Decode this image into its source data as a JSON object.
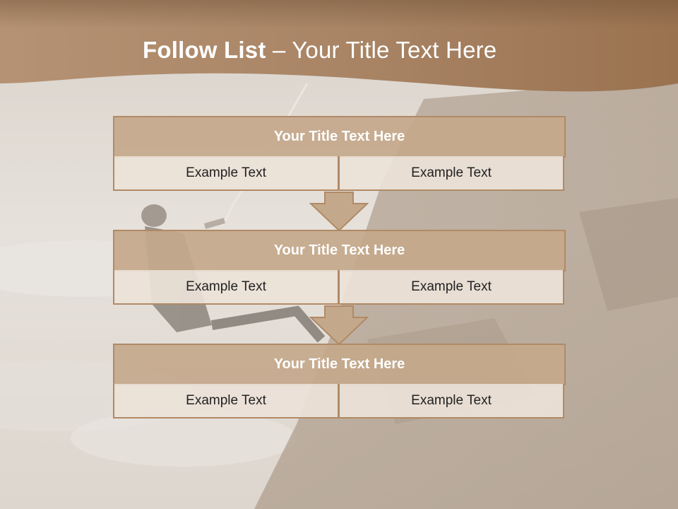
{
  "slide": {
    "title_bold": "Follow List",
    "title_rest": " – Your Title Text Here"
  },
  "steps": [
    {
      "title": "Your Title Text Here",
      "left": "Example Text",
      "right": "Example Text"
    },
    {
      "title": "Your Title Text Here",
      "left": "Example Text",
      "right": "Example Text"
    },
    {
      "title": "Your Title Text Here",
      "left": "Example Text",
      "right": "Example Text"
    }
  ],
  "colors": {
    "header": "#a07a55",
    "block_title": "#c4a88b",
    "block_cell": "#ece2d8",
    "border": "#b08a66",
    "arrow": "#c4a88b"
  }
}
